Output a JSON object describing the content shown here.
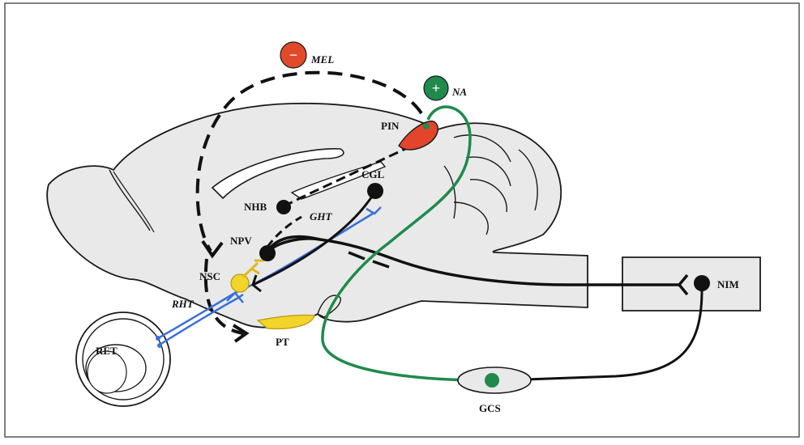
{
  "labels": {
    "mel": "MEL",
    "na": "NA",
    "pin": "PIN",
    "cgl": "CGL",
    "nhb": "NHB",
    "ght": "GHT",
    "npv": "NPV",
    "nsc": "NSC",
    "rht": "RHT",
    "ret": "RET",
    "pt": "PT",
    "nim": "NIM",
    "gcs": "GCS"
  },
  "signs": {
    "mel": "−",
    "na": "+"
  },
  "colors": {
    "outline": "#1a1a1a",
    "tissue": "#e9e9e9",
    "mel_badge": "#e04a2a",
    "na_badge": "#1f8a4c",
    "green_path": "#1f8a4c",
    "blue_path": "#3a6fd8",
    "pineal": "#e2452c",
    "yellow": "#f2d42a",
    "neuron": "#111111"
  }
}
